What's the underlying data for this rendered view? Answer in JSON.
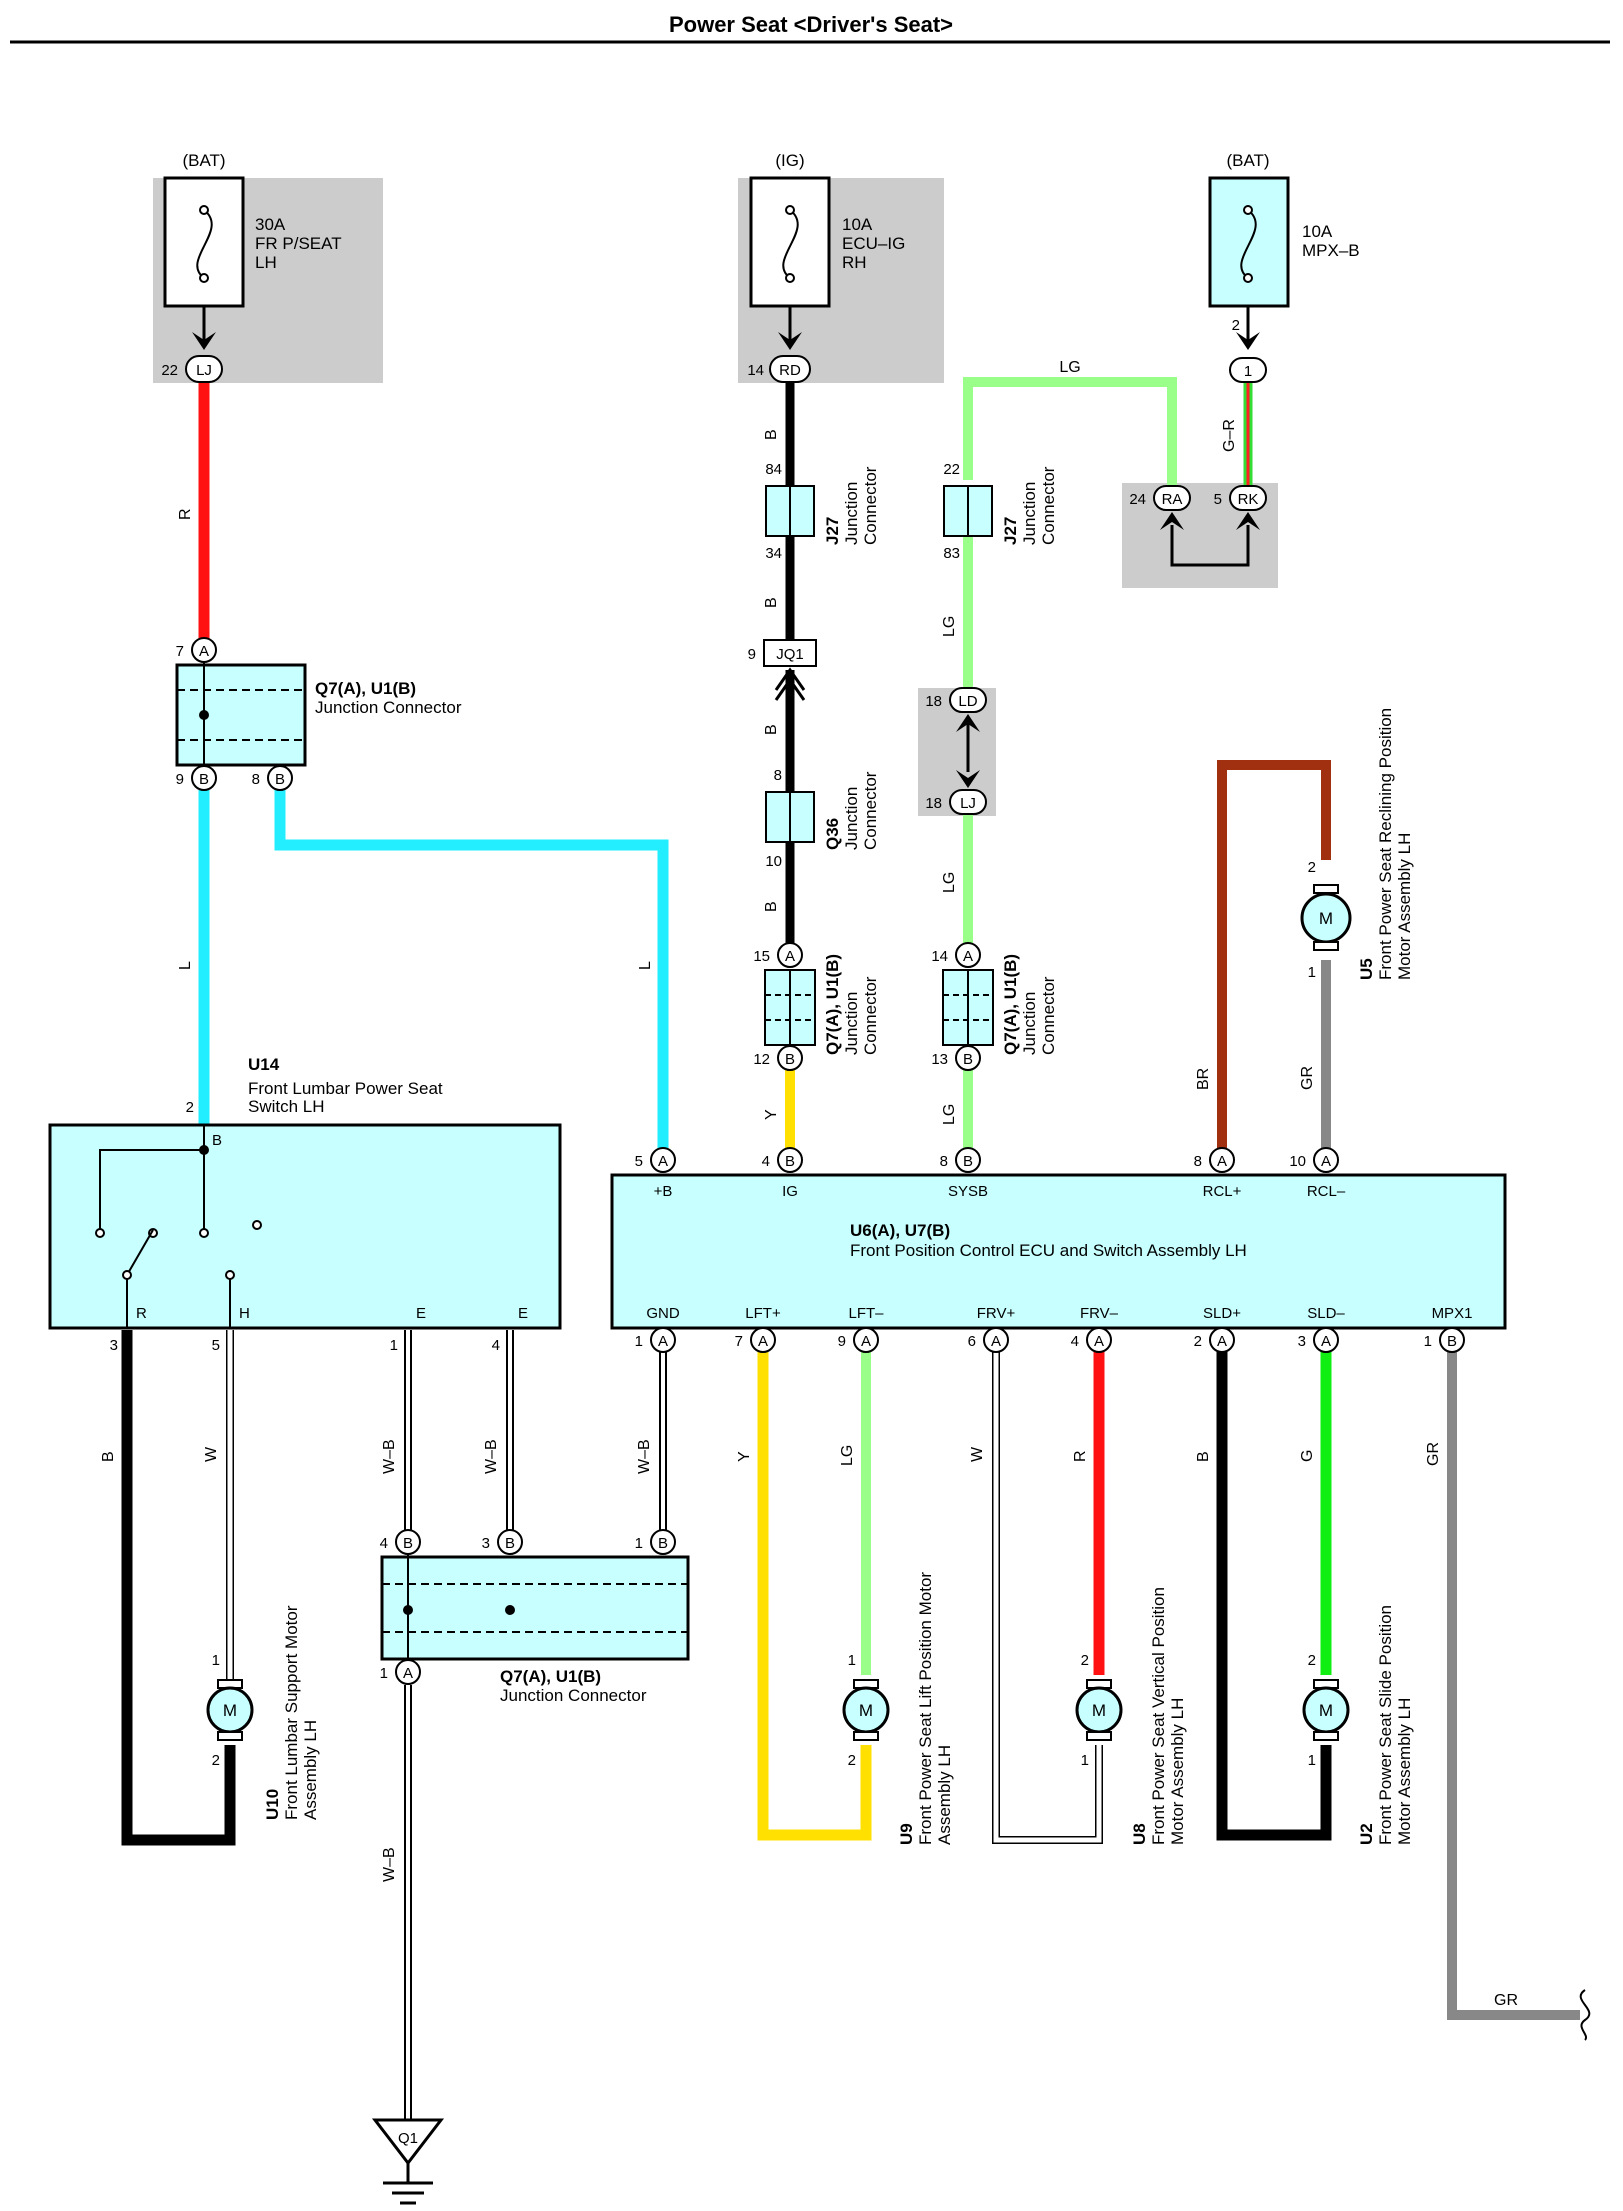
{
  "title": "Power Seat <Driver's Seat>",
  "colors": {
    "R": "#ff1111",
    "B": "#000000",
    "L": "#22eeff",
    "LG": "#99ff88",
    "Y": "#ffe000",
    "BR": "#a03010",
    "GR": "#888888",
    "G": "#11ee11",
    "W": "#ffffff",
    "component": "#c8ffff",
    "shade": "#cccccc"
  },
  "fuses": [
    {
      "source": "(BAT)",
      "rating": "30A",
      "name1": "FR P/SEAT",
      "name2": "LH",
      "pin": "22",
      "conn": "LJ"
    },
    {
      "source": "(IG)",
      "rating": "10A",
      "name1": "ECU–IG",
      "name2": "RH",
      "pin": "14",
      "conn": "RD"
    },
    {
      "source": "(BAT)",
      "rating": "10A",
      "name1": "MPX–B",
      "name2": "",
      "pin": "2",
      "conn": "1"
    }
  ],
  "conn_ra_rk": {
    "pin_ra": "24",
    "ra": "RA",
    "pin_rk": "5",
    "rk": "RK"
  },
  "j27_left": {
    "id": "J27",
    "name1": "Junction",
    "name2": "Connector",
    "pin_top": "84",
    "pin_bottom": "34"
  },
  "j27_right": {
    "id": "J27",
    "name1": "Junction",
    "name2": "Connector",
    "pin_top": "22",
    "pin_bottom": "83"
  },
  "jq1": {
    "pin": "9",
    "conn": "JQ1"
  },
  "ld_lj": {
    "pin_ld": "18",
    "ld": "LD",
    "pin_lj": "18",
    "lj": "LJ"
  },
  "q36": {
    "id": "Q36",
    "name1": "Junction",
    "name2": "Connector",
    "pin_top": "8",
    "pin_bottom": "10"
  },
  "jc_top_left": {
    "id": "Q7(A), U1(B)",
    "name": "Junction Connector",
    "pin_in": "7",
    "conn_in": "A",
    "pin_out1": "9",
    "conn_out1": "B",
    "pin_out2": "8",
    "conn_out2": "B"
  },
  "jc_ig": {
    "id": "Q7(A), U1(B)",
    "name1": "Junction",
    "name2": "Connector",
    "pin_top": "15",
    "conn_top": "A",
    "pin_bottom": "12",
    "conn_bottom": "B"
  },
  "jc_sysb": {
    "id": "Q7(A), U1(B)",
    "name1": "Junction",
    "name2": "Connector",
    "pin_top": "14",
    "conn_top": "A",
    "pin_bottom": "13",
    "conn_bottom": "B"
  },
  "jc_bottom": {
    "id": "Q7(A), U1(B)",
    "name": "Junction Connector",
    "pins": [
      {
        "pin": "4",
        "conn": "B"
      },
      {
        "pin": "3",
        "conn": "B"
      },
      {
        "pin": "1",
        "conn": "B"
      }
    ],
    "pin_out": "1",
    "conn_out": "A"
  },
  "u14": {
    "id": "U14",
    "name1": "Front Lumbar Power Seat",
    "name2": "Switch LH",
    "pin_top": "2",
    "term_top": "B",
    "terms": [
      {
        "pin": "3",
        "label": "R"
      },
      {
        "pin": "5",
        "label": "H"
      },
      {
        "pin": "1",
        "label": "E"
      },
      {
        "pin": "4",
        "label": "E"
      }
    ]
  },
  "ecu": {
    "id": "U6(A), U7(B)",
    "name": "Front Position Control ECU and Switch Assembly LH",
    "top_terms": [
      {
        "pin": "5",
        "conn": "A",
        "label": "+B"
      },
      {
        "pin": "4",
        "conn": "B",
        "label": "IG"
      },
      {
        "pin": "8",
        "conn": "B",
        "label": "SYSB"
      },
      {
        "pin": "8",
        "conn": "A",
        "label": "RCL+"
      },
      {
        "pin": "10",
        "conn": "A",
        "label": "RCL–"
      }
    ],
    "bottom_terms": [
      {
        "pin": "1",
        "conn": "A",
        "label": "GND"
      },
      {
        "pin": "7",
        "conn": "A",
        "label": "LFT+"
      },
      {
        "pin": "9",
        "conn": "A",
        "label": "LFT–"
      },
      {
        "pin": "6",
        "conn": "A",
        "label": "FRV+"
      },
      {
        "pin": "4",
        "conn": "A",
        "label": "FRV–"
      },
      {
        "pin": "2",
        "conn": "A",
        "label": "SLD+"
      },
      {
        "pin": "3",
        "conn": "A",
        "label": "SLD–"
      },
      {
        "pin": "1",
        "conn": "B",
        "label": "MPX1"
      }
    ]
  },
  "motors": [
    {
      "id": "U10",
      "name1": "Front Lumbar Support Motor",
      "name2": "Assembly LH",
      "pin_top": "1",
      "pin_bottom": "2",
      "symbol": "M"
    },
    {
      "id": "U9",
      "name1": "Front Power Seat Lift Position Motor",
      "name2": "Assembly LH",
      "pin_top": "1",
      "pin_bottom": "2",
      "symbol": "M"
    },
    {
      "id": "U8",
      "name1": "Front Power Seat Vertical Position",
      "name2": "Motor Assembly LH",
      "pin_top": "2",
      "pin_bottom": "1",
      "symbol": "M"
    },
    {
      "id": "U2",
      "name1": "Front Power Seat Slide Position",
      "name2": "Motor Assembly LH",
      "pin_top": "2",
      "pin_bottom": "1",
      "symbol": "M"
    },
    {
      "id": "U5",
      "name1": "Front Power Seat Reclining Position",
      "name2": "Motor Assembly LH",
      "pin_top": "2",
      "pin_bottom": "1",
      "symbol": "M"
    }
  ],
  "ground": {
    "id": "Q1"
  },
  "wire_labels": {
    "R": "R",
    "B": "B",
    "L": "L",
    "LG": "LG",
    "Y": "Y",
    "BR": "BR",
    "GR": "GR",
    "G": "G",
    "W": "W",
    "WB": "W–B",
    "GR_MPX": "G–R"
  }
}
